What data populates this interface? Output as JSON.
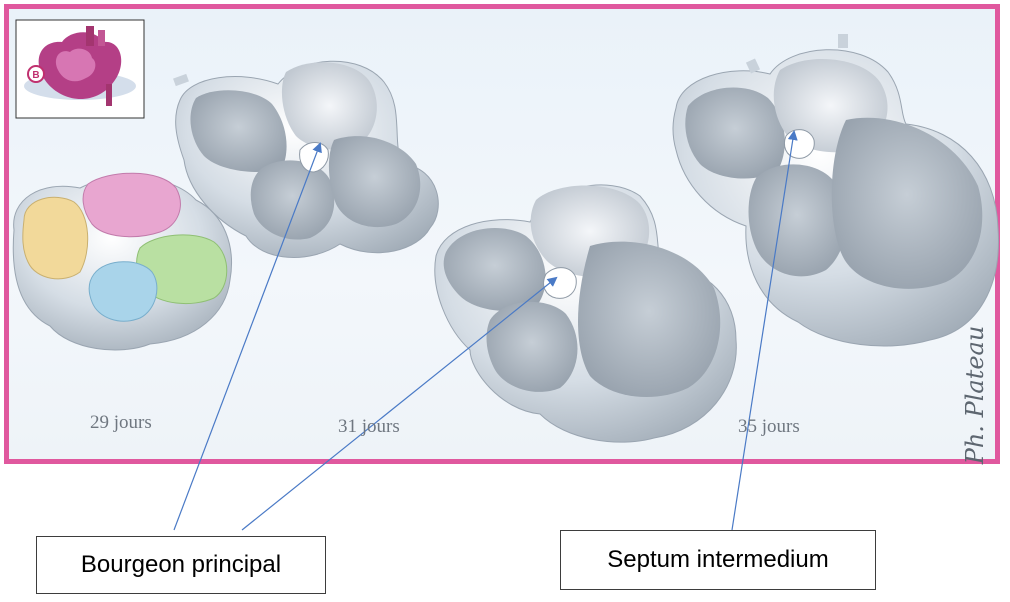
{
  "stage_labels": {
    "day29": "29 jours",
    "day31": "31 jours",
    "day35": "35 jours"
  },
  "signature": "Ph. Plateau",
  "inset_badge": "B",
  "callouts": {
    "bourgeon": "Bourgeon principal",
    "septum": "Septum intermedium"
  },
  "colors": {
    "frame": "#e0589e",
    "arrow": "#4a7ac6",
    "atrium_right": "#f2d99a",
    "atrium_left": "#e8a6d0",
    "ventricle_right": "#a9d4ea",
    "ventricle_left": "#b9e0a2"
  }
}
